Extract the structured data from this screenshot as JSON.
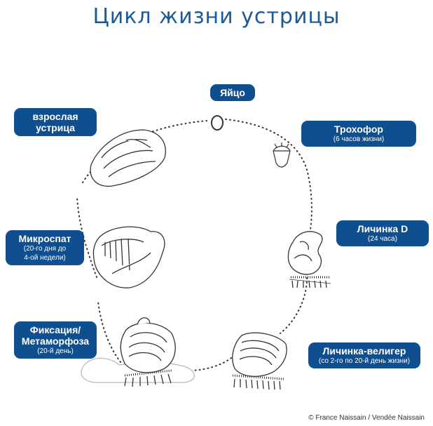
{
  "title": "Цикл жизни устрицы",
  "stages": {
    "egg": {
      "name": "Яйцо"
    },
    "trochophore": {
      "name": "Трохофор",
      "note": "(6 часов жизни)"
    },
    "larva_d": {
      "name": "Личинка D",
      "note": "(24 часа)"
    },
    "veliger": {
      "name": "Личинка-велигер",
      "note": "(со 2-го по 20-й день жизни)"
    },
    "fixation": {
      "name_line1": "Фиксация/",
      "name_line2": "Метаморфоза",
      "note": "(20-й день)"
    },
    "microspat": {
      "name": "Микроспат",
      "note_line1": "(20-го дня до",
      "note_line2": "4-ой недели)"
    },
    "adult": {
      "name_line1": "взрослая",
      "name_line2": "устрица"
    }
  },
  "credit": "© France Naissain / Vendée Naissain",
  "colors": {
    "label_bg": "#0f4f90",
    "title": "#1a5a98",
    "line": "#333333"
  }
}
